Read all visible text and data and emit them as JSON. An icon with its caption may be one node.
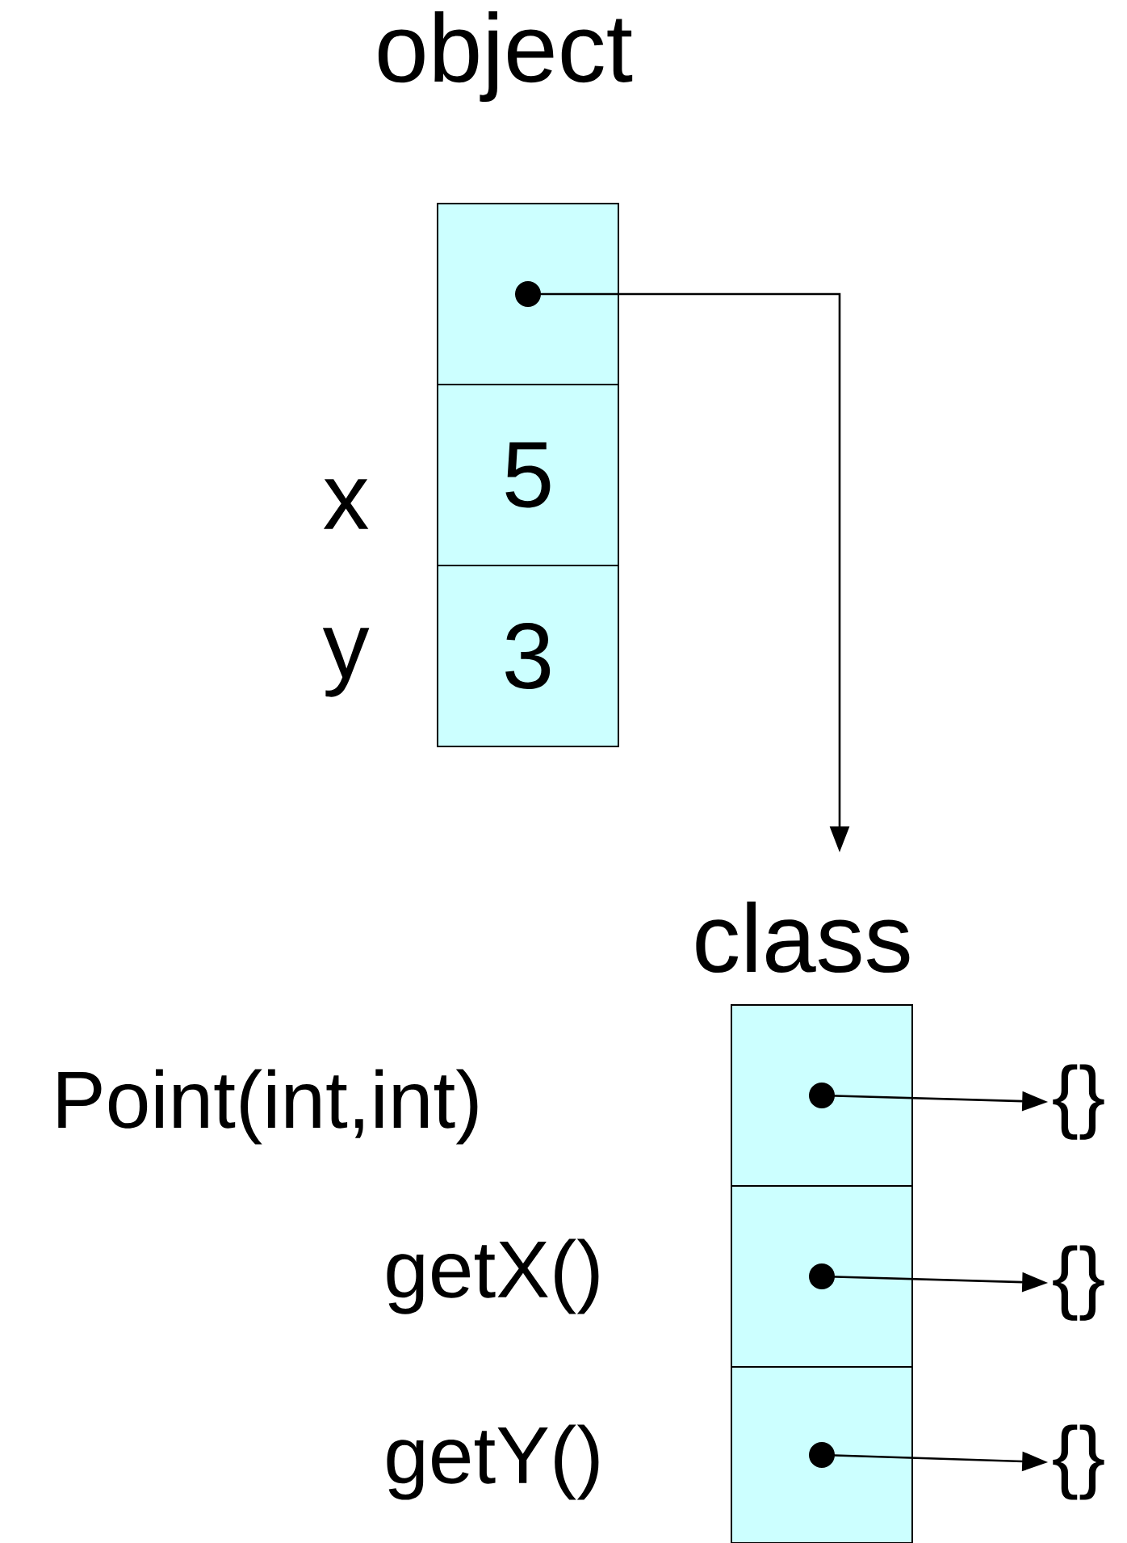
{
  "diagram": {
    "nodes": [
      {
        "text": [
          "object"
        ]
      },
      {
        "text": [],
        "shape": "box",
        "in": 0
      },
      {
        "text": [
          "5"
        ],
        "beside": [
          "x"
        ],
        "in": 0
      },
      {
        "text": [
          "3"
        ],
        "beside": [
          "y"
        ],
        "in": 0
      },
      {
        "text": [
          "class"
        ]
      },
      {
        "text": [],
        "shape": "box",
        "beside": [
          "Point(int,int)"
        ],
        "in": 4
      },
      {
        "text": [],
        "shape": "box",
        "beside": [
          "getX()"
        ],
        "in": 4
      },
      {
        "text": [],
        "shape": "box",
        "beside": [
          "getY()"
        ],
        "in": 4
      },
      {
        "text": [
          "{}"
        ]
      },
      {
        "text": [
          "{}"
        ]
      },
      {
        "text": [
          "{}"
        ]
      }
    ],
    "edges": [
      {
        "from": 1,
        "to": 4,
        "arrow": "to"
      },
      {
        "from": 5,
        "to": 8,
        "arrow": "to"
      },
      {
        "from": 6,
        "to": 9,
        "arrow": "to"
      },
      {
        "from": 7,
        "to": 10,
        "arrow": "to"
      }
    ]
  }
}
